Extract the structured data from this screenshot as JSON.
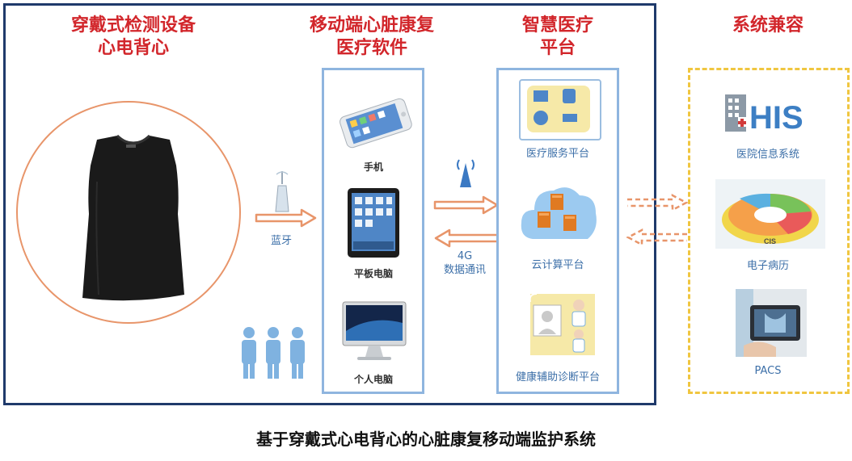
{
  "headings": {
    "wearable": [
      "穿戴式检测设备",
      "心电背心"
    ],
    "mobile": [
      "移动端心脏康复",
      "医疗软件"
    ],
    "platform": [
      "智慧医疗",
      "平台"
    ],
    "compat": "系统兼容"
  },
  "links": {
    "bluetooth": "蓝牙",
    "network": [
      "4G",
      "数据通讯"
    ]
  },
  "devices": [
    {
      "label": "手机"
    },
    {
      "label": "平板电脑"
    },
    {
      "label": "个人电脑"
    }
  ],
  "platform_items": [
    {
      "label": "医疗服务平台"
    },
    {
      "label": "云计算平台"
    },
    {
      "label": "健康辅助诊断平台"
    }
  ],
  "compat_items": [
    {
      "label": "医院信息系统",
      "logo_text": "HIS"
    },
    {
      "label": "电子病历",
      "logo_text": "CIS"
    },
    {
      "label": "PACS"
    }
  ],
  "caption": "基于穿戴式心电背心的心脏康复移动端监护系统",
  "colors": {
    "heading_red": "#d2262b",
    "frame_navy": "#1f3a6b",
    "panel_blue": "#8fb5df",
    "arrow_orange": "#e8956a",
    "compat_yellow": "#f0c640",
    "label_blue": "#3c6fa8"
  }
}
